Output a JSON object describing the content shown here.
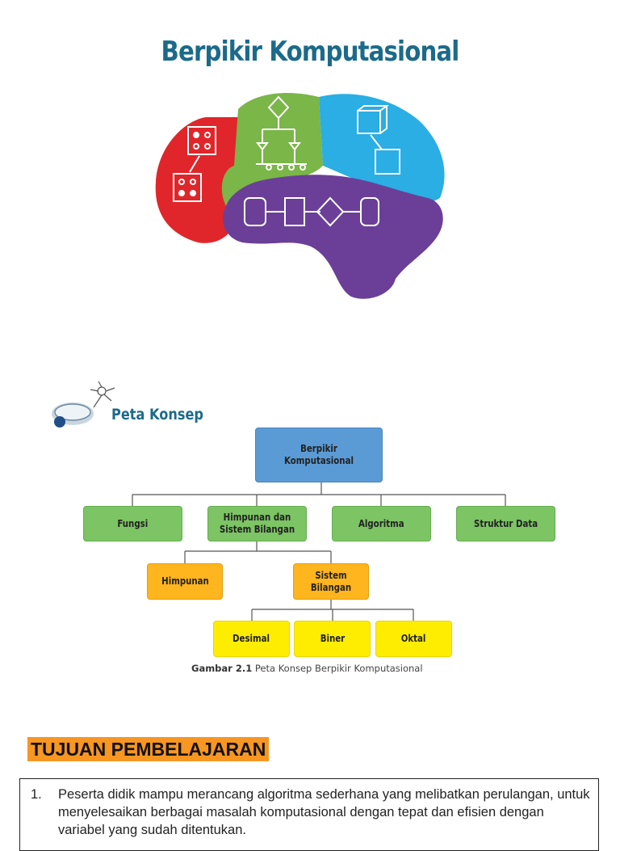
{
  "header": {
    "title": "Berpikir Komputasional"
  },
  "peta": {
    "title": "Peta Konsep",
    "root": "Berpikir Komputasional",
    "level1": [
      "Fungsi",
      "Himpunan dan Sistem Bilangan",
      "Algoritma",
      "Struktur Data"
    ],
    "level2": [
      "Himpunan",
      "Sistem Bilangan"
    ],
    "level3": [
      "Desimal",
      "Biner",
      "Oktal"
    ],
    "caption_label": "Gambar 2.1",
    "caption_text": "Peta Konsep Berpikir Komputasional"
  },
  "tujuan": {
    "heading": "TUJUAN PEMBELAJARAN",
    "items": [
      {
        "num": "1.",
        "text": "Peserta didik mampu merancang algoritma sederhana yang melibatkan perulangan, untuk menyelesaikan berbagai masalah komputasional dengan tepat dan efisien dengan variabel yang sudah ditentukan."
      }
    ]
  },
  "colors": {
    "title": "#1c6a8a",
    "root": "#5b9bd5",
    "level1": "#7cc464",
    "level2": "#ffb51e",
    "level3": "#ffed00",
    "highlight": "#f79622"
  }
}
